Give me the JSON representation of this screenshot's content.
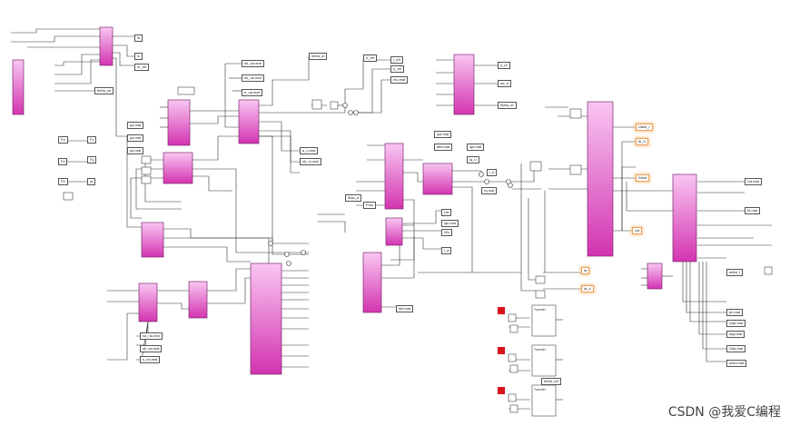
{
  "diagram": {
    "ports": [
      "Fa",
      "Fz",
      "Fb",
      "Fx",
      "Fy",
      "ia",
      "ib",
      "ic",
      "m_ref",
      "theta_m",
      "e_ref",
      "i_ref",
      "u_ref",
      "mu.mat",
      "y_ur",
      "ua_d",
      "theta_ur",
      "theta_wt",
      "dtau_d",
      "Pmu",
      "Ua",
      "Wc",
      "i_a",
      "i_b",
      "theta_ref",
      "delta_t"
    ],
    "file_tags": [
      "pa.mat",
      "pa.mat",
      "pa.mat",
      "sh_ua.mat",
      "sh_ub.mat",
      "e_ua.mat",
      "a_u.mat",
      "sh_ur.mat",
      "ipa.mat",
      "alfa.mat",
      "iqa.mat",
      "iq_u",
      "rq.mat",
      "iqs.mat",
      "sa_na.mat",
      "sb_sa.mat",
      "s_na.mat",
      "fda.mat",
      "pe.mat",
      "Uqa.mat",
      "dqa.mat",
      "Udq.mat",
      "wmd.mat",
      "Ua.mat",
      "Ia.mat"
    ],
    "highlight_tags": [
      "Ualm_r",
      "Wmd",
      "Ua",
      "Ia",
      "ia_d",
      "ib_d"
    ],
    "scope_panel_labels": [
      "Transfer",
      "Transfer",
      "Transfer"
    ],
    "watermark": "CSDN @我爱C编程"
  }
}
